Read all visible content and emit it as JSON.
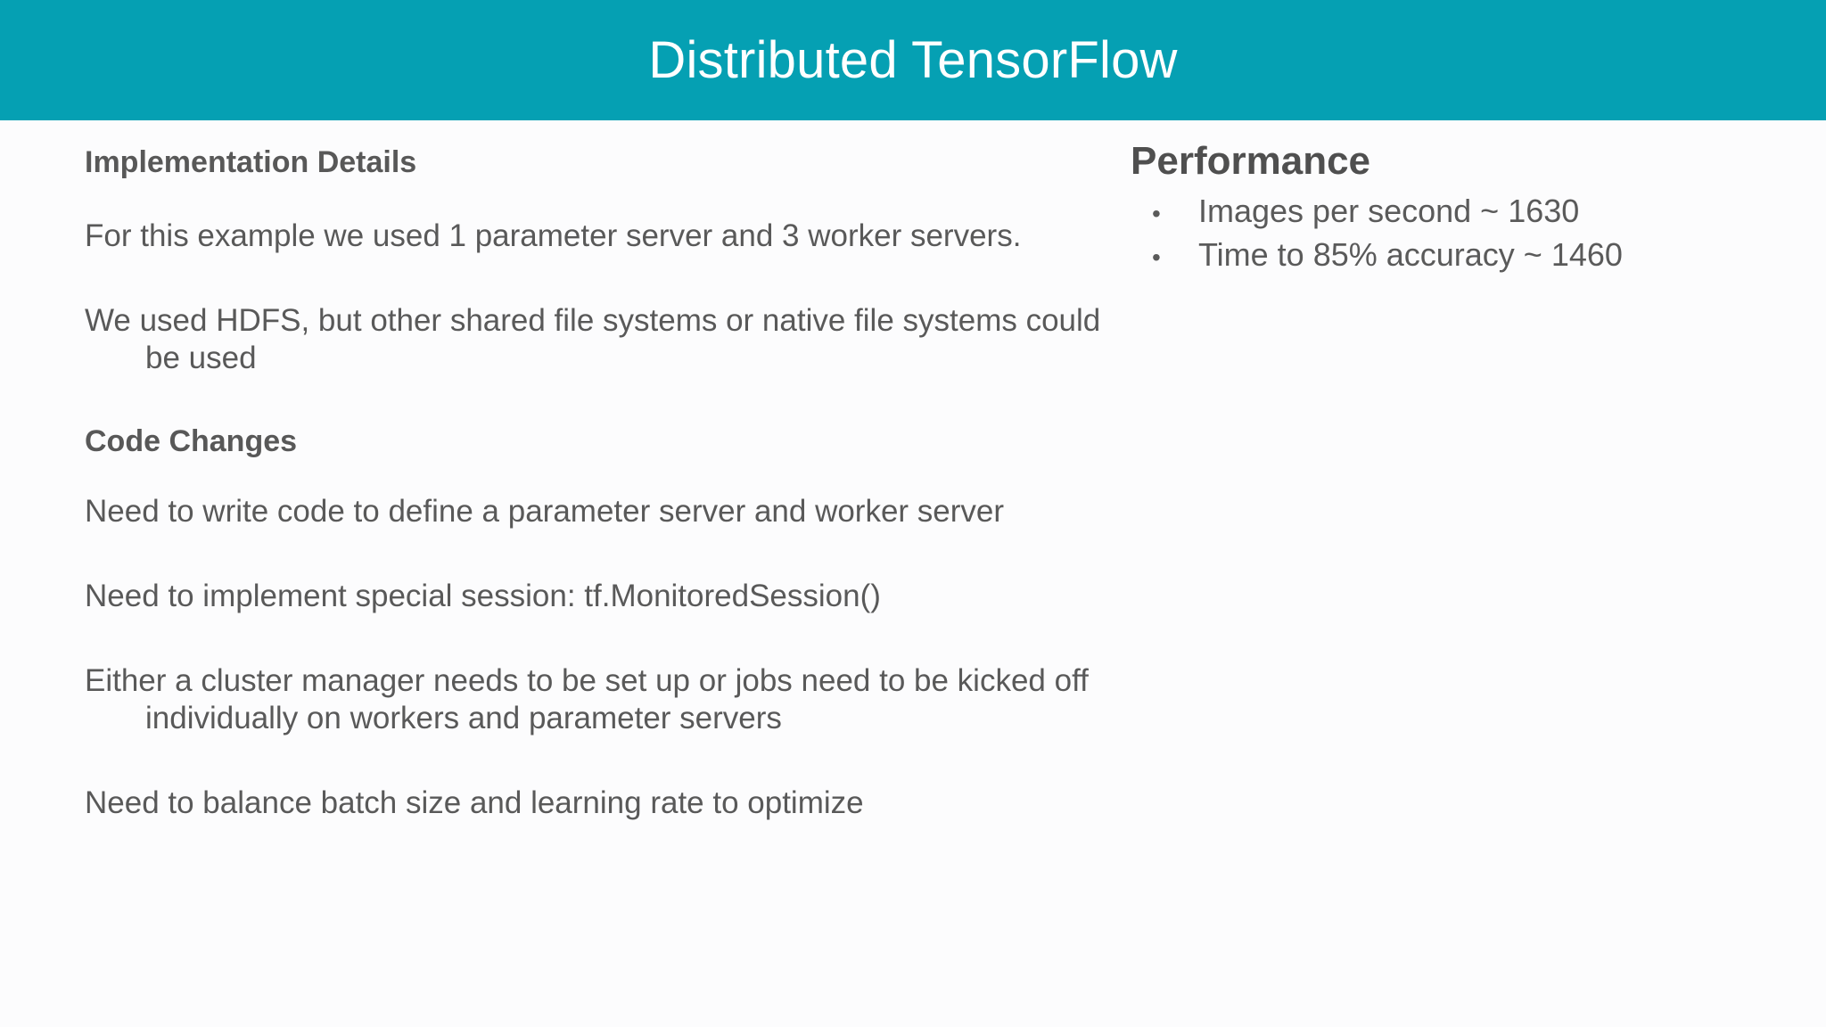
{
  "slide": {
    "title": "Distributed TensorFlow",
    "band_color": "#05a0b3",
    "title_color": "#ffffff",
    "background_color": "#fcfcfd",
    "body_text_color": "#595959"
  },
  "left_column": {
    "sections": [
      {
        "heading": "Implementation Details",
        "paragraphs": [
          "For this example we used 1 parameter server and 3 worker servers.",
          "We used HDFS, but other shared file systems or native file systems could be used"
        ]
      },
      {
        "heading": "Code Changes",
        "paragraphs": [
          "Need to write code to define a parameter server and worker server",
          "Need to implement special session: tf.MonitoredSession()",
          "Either a cluster manager needs to be set up or jobs need to be kicked off individually on workers and parameter servers",
          "Need to balance batch size and learning rate to optimize"
        ]
      }
    ]
  },
  "right_column": {
    "heading": "Performance",
    "bullet_glyph": "•",
    "items": [
      "Images per second ~ 1630",
      "Time to 85% accuracy ~ 1460"
    ]
  }
}
